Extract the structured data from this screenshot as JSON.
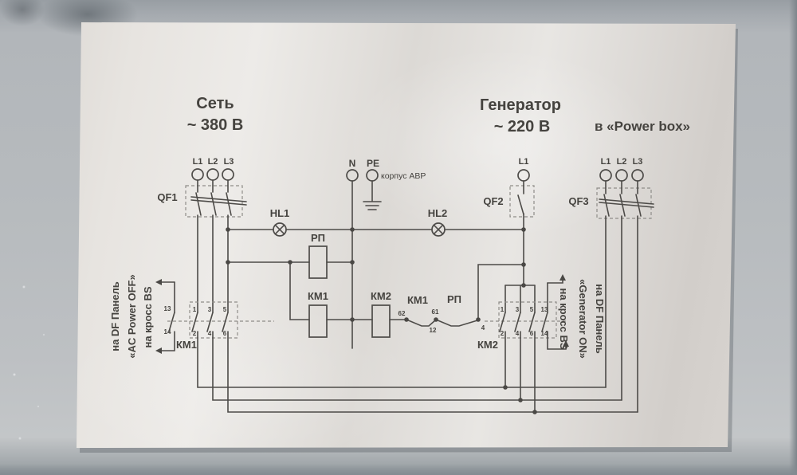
{
  "colors": {
    "ink": "#4d4b48",
    "paper": "#e4e1dd",
    "wall": "#b7bbbe",
    "text": "#45433f"
  },
  "header": {
    "mains_name": "Сеть",
    "mains_voltage": "~ 380 В",
    "generator_name": "Генератор",
    "generator_voltage": "~ 220 В",
    "output_destination": "в «Power box»"
  },
  "qf1": {
    "label": "QF1",
    "terminals": [
      "L1",
      "L2",
      "L3"
    ]
  },
  "qf2": {
    "label": "QF2",
    "terminals": [
      "L1"
    ]
  },
  "qf3": {
    "label": "QF3",
    "terminals": [
      "L1",
      "L2",
      "L3"
    ]
  },
  "neutral": {
    "label": "N"
  },
  "pe": {
    "label": "PE",
    "note": "корпус АВР"
  },
  "lamps": {
    "hl1": "HL1",
    "hl2": "HL2"
  },
  "coils": {
    "rp": "РП",
    "km1": "КМ1",
    "km2": "КМ2"
  },
  "interlock": {
    "km1_contact": "КМ1",
    "rp_contact": "РП",
    "pin_62": "62",
    "pin_61": "61",
    "pin_12": "12",
    "pin_4": "4"
  },
  "km1_contactor": {
    "label": "КМ1",
    "top_pins": [
      "1",
      "3",
      "5"
    ],
    "bottom_pins": [
      "2",
      "4",
      "6"
    ],
    "aux_top": "13",
    "aux_bottom": "14"
  },
  "km2_contactor": {
    "label": "КМ2",
    "top_pins": [
      "1",
      "3",
      "5"
    ],
    "bottom_pins": [
      "2",
      "4",
      "6"
    ],
    "aux_top": "13",
    "aux_bottom": "14"
  },
  "left_note": {
    "line1": "на DF Панель",
    "line2": "«AC Power OFF»",
    "line3": "на кросс BS"
  },
  "right_note": {
    "line1": "на DF Панель",
    "line2": "«Generator ON»",
    "line3": "на кросс BS"
  }
}
